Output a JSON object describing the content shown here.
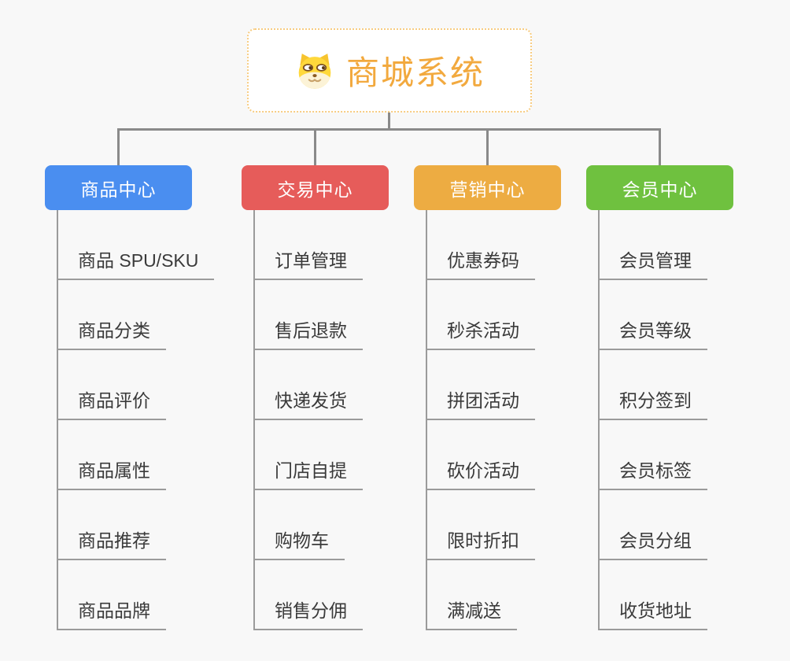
{
  "root": {
    "title": "商城系统",
    "icon": "doge-icon",
    "title_color": "#F2A93E",
    "border_color": "#F7CC81"
  },
  "colors": {
    "background": "#F8F8F8",
    "connector": "#8A8A8A",
    "leaf_underline": "#9B9B9B",
    "leaf_text": "#3A3A3A"
  },
  "branches": [
    {
      "label": "商品中心",
      "color": "#4A8EF0",
      "items": [
        "商品 SPU/SKU",
        "商品分类",
        "商品评价",
        "商品属性",
        "商品推荐",
        "商品品牌"
      ]
    },
    {
      "label": "交易中心",
      "color": "#E65C5A",
      "items": [
        "订单管理",
        "售后退款",
        "快递发货",
        "门店自提",
        "购物车",
        "销售分佣"
      ]
    },
    {
      "label": "营销中心",
      "color": "#EDAC42",
      "items": [
        "优惠券码",
        "秒杀活动",
        "拼团活动",
        "砍价活动",
        "限时折扣",
        "满减送"
      ]
    },
    {
      "label": "会员中心",
      "color": "#6FC13F",
      "items": [
        "会员管理",
        "会员等级",
        "积分签到",
        "会员标签",
        "会员分组",
        "收货地址"
      ]
    }
  ]
}
